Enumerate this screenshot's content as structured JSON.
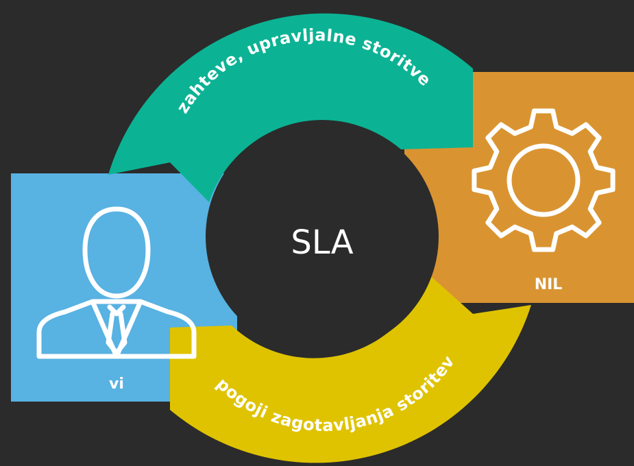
{
  "diagram": {
    "center_label": "SLA",
    "top_arc_label": "zahteve, upravljalne storitve",
    "bottom_arc_label": "pogoji zagotavljanja storitev",
    "left_box_label": "vi",
    "right_box_label": "NIL",
    "left_icon": "person-icon",
    "right_icon": "gear-icon"
  },
  "colors": {
    "background": "#2b2b2b",
    "top_arc": "#0bb394",
    "bottom_arc": "#dfc300",
    "left_box": "#58b2e2",
    "right_box": "#d99431",
    "center_circle": "#2b2b2b",
    "icon_stroke": "#ffffff"
  }
}
